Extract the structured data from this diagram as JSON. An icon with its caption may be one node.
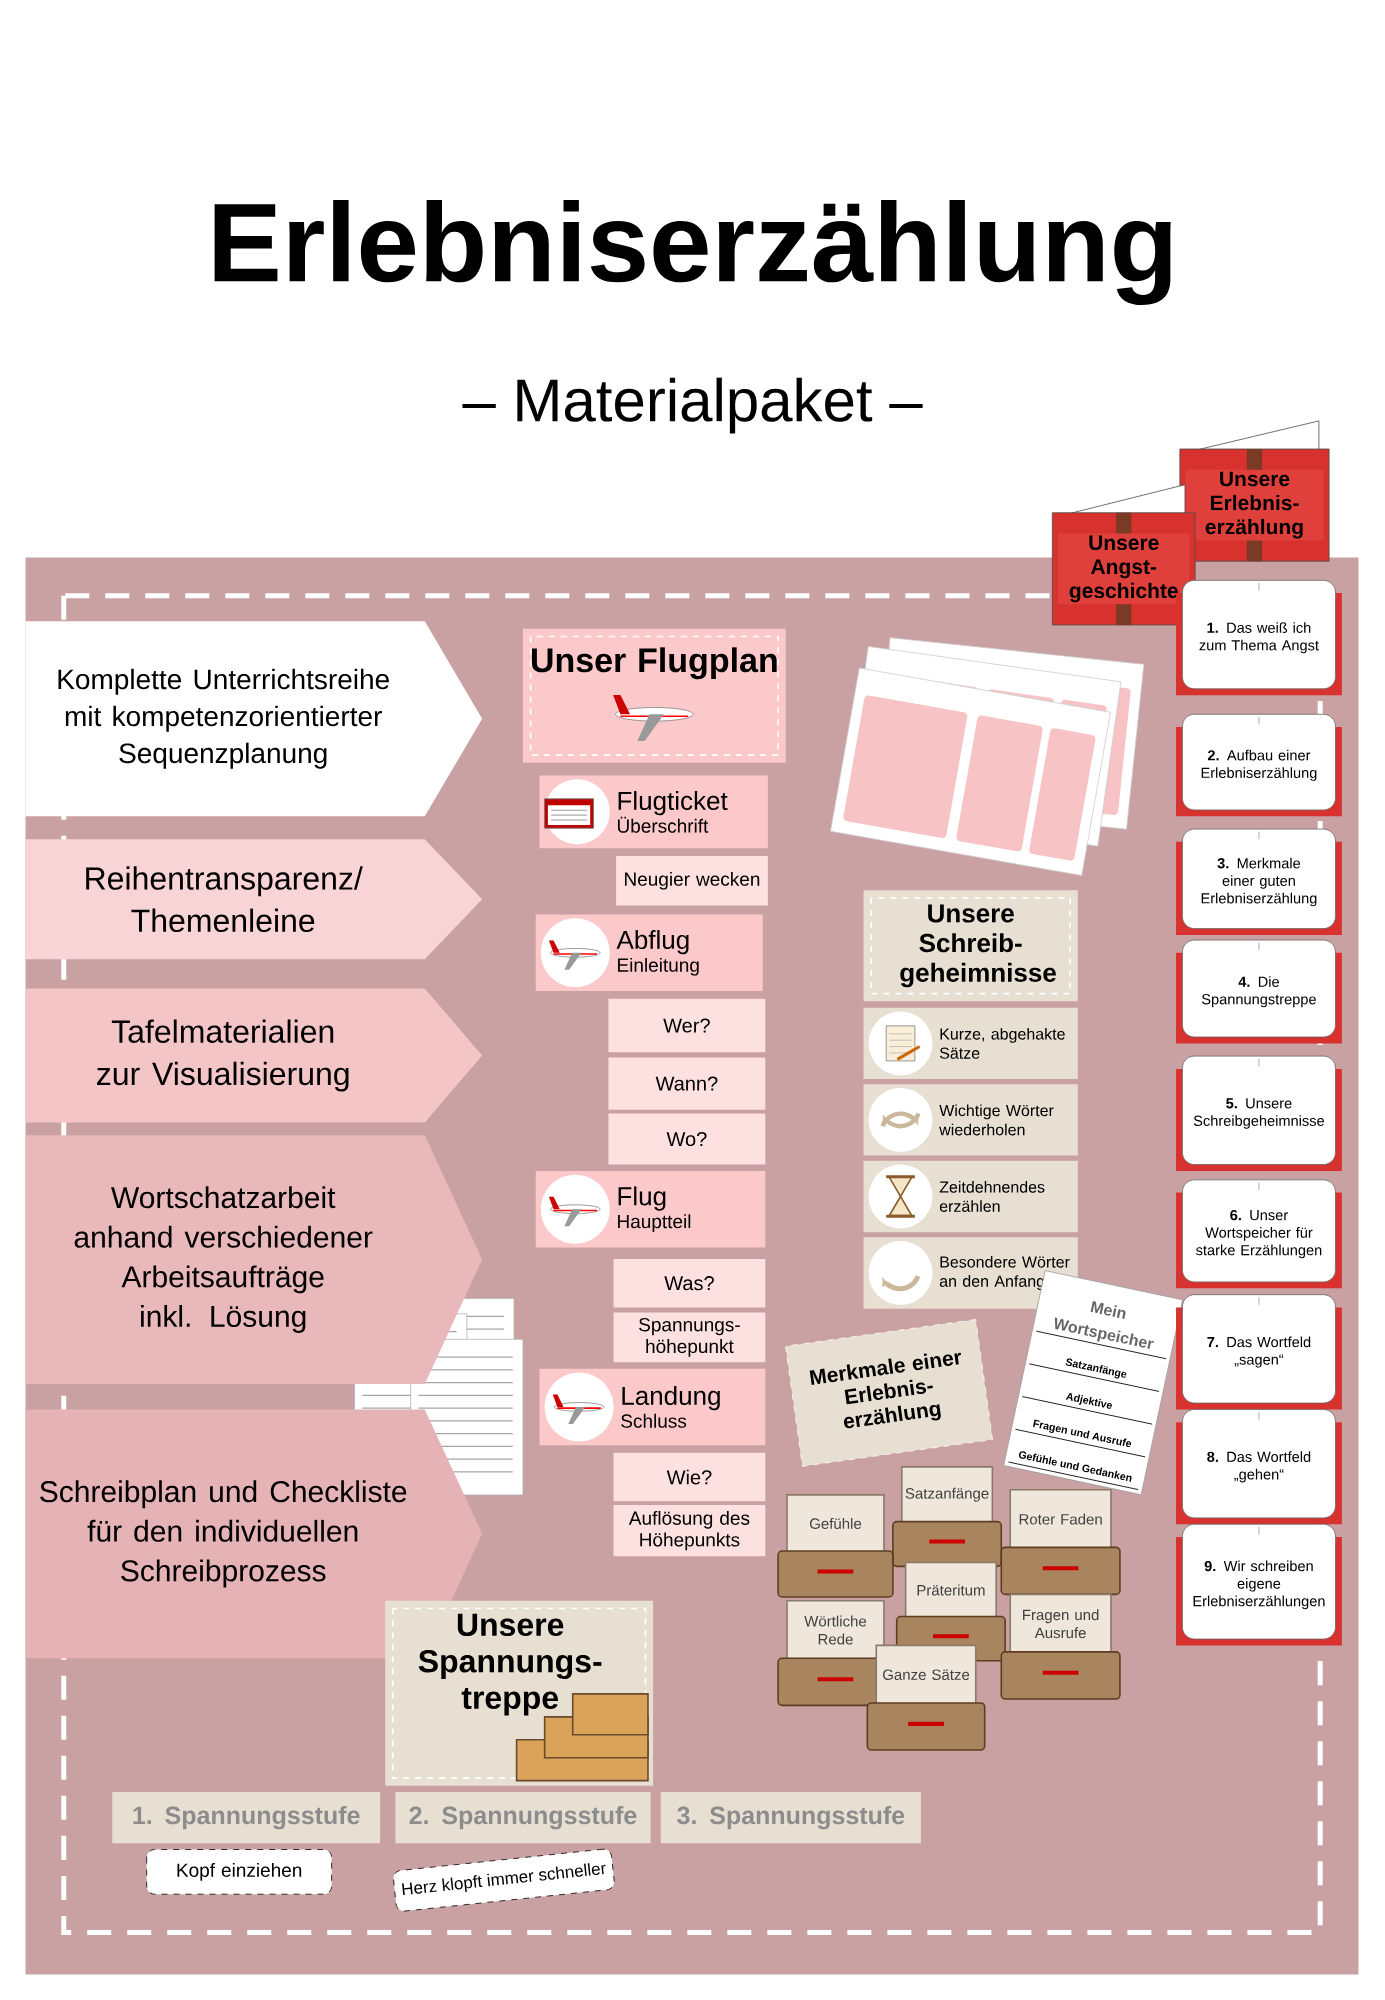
{
  "diagram": {
    "title": "Erlebniserzählung",
    "nodes": [
      {
        "text": [
          "Komplette Unterrichtsreihe mit kompetenzorientierter Sequenzplanung"
        ]
      },
      {
        "text": [
          "Reihentransparenz/ Themenleine"
        ]
      },
      {
        "text": [
          "Tafelmaterialien zur Visualisierung"
        ]
      },
      {
        "text": [
          "Wortschatzarbeit anhand verschiedener Arbeitsaufträge inkl. Lösung"
        ]
      },
      {
        "text": [
          "Schreibplan und Checkliste für den individuellen Schreibprozess"
        ]
      },
      {
        "text": [
          "Unser Flugplan"
        ]
      },
      {
        "text": [
          "Flugticket",
          "Überschrift"
        ]
      },
      {
        "text": [
          "Neugier wecken"
        ]
      },
      {
        "text": [
          "Abflug",
          "Einleitung"
        ]
      },
      {
        "text": [
          "Wer?"
        ]
      },
      {
        "text": [
          "Wann?"
        ]
      },
      {
        "text": [
          "Wo?"
        ]
      },
      {
        "text": [
          "Flug",
          "Hauptteil"
        ]
      },
      {
        "text": [
          "Was?"
        ]
      },
      {
        "text": [
          "Spannungs- höhepunkt"
        ]
      },
      {
        "text": [
          "Landung",
          "Schluss"
        ]
      },
      {
        "text": [
          "Wie?"
        ]
      },
      {
        "text": [
          "Auflösung des Höhepunkts"
        ]
      },
      {
        "text": [
          "Unsere Schreib- geheimnisse"
        ]
      },
      {
        "text": [
          "Kurze, abgehakte Sätze"
        ]
      },
      {
        "text": [
          "Wichtige Wörter wiederholen"
        ]
      },
      {
        "text": [
          "Zeitdehnendes erzählen"
        ]
      },
      {
        "text": [
          "Besondere Wörter an den Anfang"
        ]
      },
      {
        "text": [
          "Merkmale einer Erlebnis- erzählung"
        ]
      },
      {
        "text": [
          "Mein Wortspeicher",
          "Satzanfänge",
          "Adjektive",
          "Fragen und Ausrufe",
          "Gefühle und Gedanken"
        ]
      },
      {
        "text": [
          "Satzanfänge"
        ]
      },
      {
        "text": [
          "Roter Faden"
        ]
      },
      {
        "text": [
          "Gefühle"
        ]
      },
      {
        "text": [
          "Präteritum"
        ]
      },
      {
        "text": [
          "Fragen und Ausrufe"
        ]
      },
      {
        "text": [
          "Wörtliche Rede"
        ]
      },
      {
        "text": [
          "Ganze Sätze"
        ]
      },
      {
        "text": [
          "Unsere Spannungs- treppe"
        ]
      },
      {
        "text": [
          "1. Spannungsstufe"
        ]
      },
      {
        "text": [
          "2. Spannungsstufe"
        ]
      },
      {
        "text": [
          "3. Spannungsstufe"
        ]
      },
      {
        "text": [
          "Kopf einziehen"
        ]
      },
      {
        "text": [
          "Herz klopft immer schneller"
        ]
      },
      {
        "text": [
          "Unsere Angst- geschichte"
        ]
      },
      {
        "text": [
          "Unsere Erlebnis- erzählung"
        ]
      },
      {
        "text": [
          "**1.** Das weiß ich zum Thema Angst"
        ]
      },
      {
        "text": [
          "**2.** Aufbau einer Erlebniserzählung"
        ]
      },
      {
        "text": [
          "**3.** Merkmale einer guten Erlebniserzählung"
        ]
      },
      {
        "text": [
          "**4.** Die Spannungstreppe"
        ]
      },
      {
        "text": [
          "**5.** Unsere Schreibgeheimnisse"
        ]
      },
      {
        "text": [
          "**6.** Unser Wortspeicher für starke Erzählungen"
        ]
      },
      {
        "text": [
          "**7.** Das Wortfeld „sagen“"
        ]
      },
      {
        "text": [
          "**8.** Das Wortfeld „gehen“"
        ]
      },
      {
        "text": [
          "**9.** Wir schreiben eigene Erlebniserzählungen"
        ]
      }
    ],
    "labels": [
      "– Materialpaket –"
    ]
  }
}
